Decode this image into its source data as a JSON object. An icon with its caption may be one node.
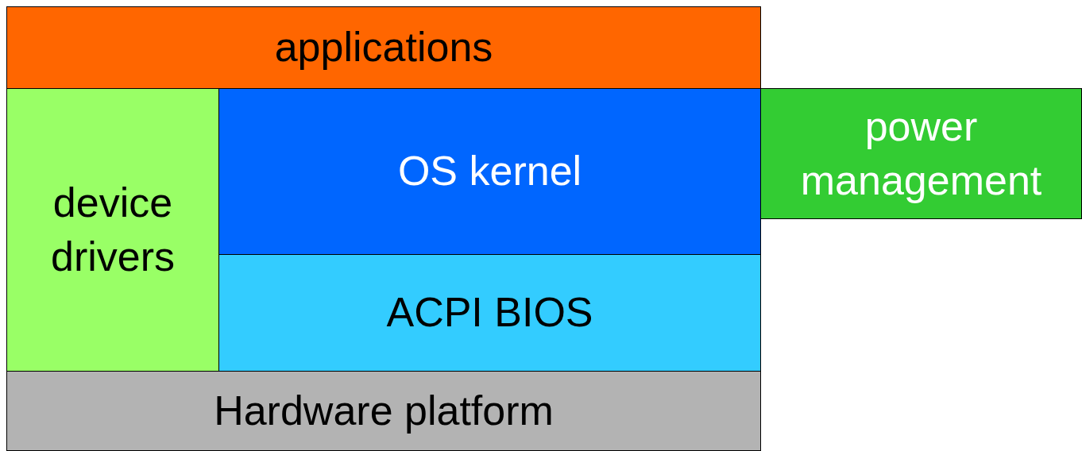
{
  "diagram": {
    "nodes": [
      {
        "text": [
          "applications"
        ]
      },
      {
        "text": [
          "device drivers"
        ]
      },
      {
        "text": [
          "OS kernel"
        ]
      },
      {
        "text": [
          "ACPI BIOS"
        ]
      },
      {
        "text": [
          "Hardware platform"
        ]
      },
      {
        "text": [
          "power management"
        ]
      }
    ]
  }
}
